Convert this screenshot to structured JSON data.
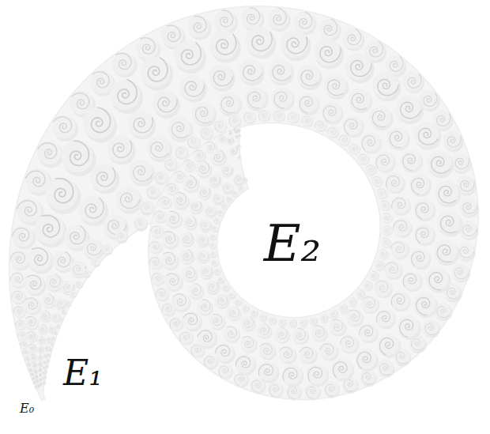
{
  "diagram": {
    "labels": [
      "E₂",
      "E₁",
      "E₀"
    ]
  }
}
